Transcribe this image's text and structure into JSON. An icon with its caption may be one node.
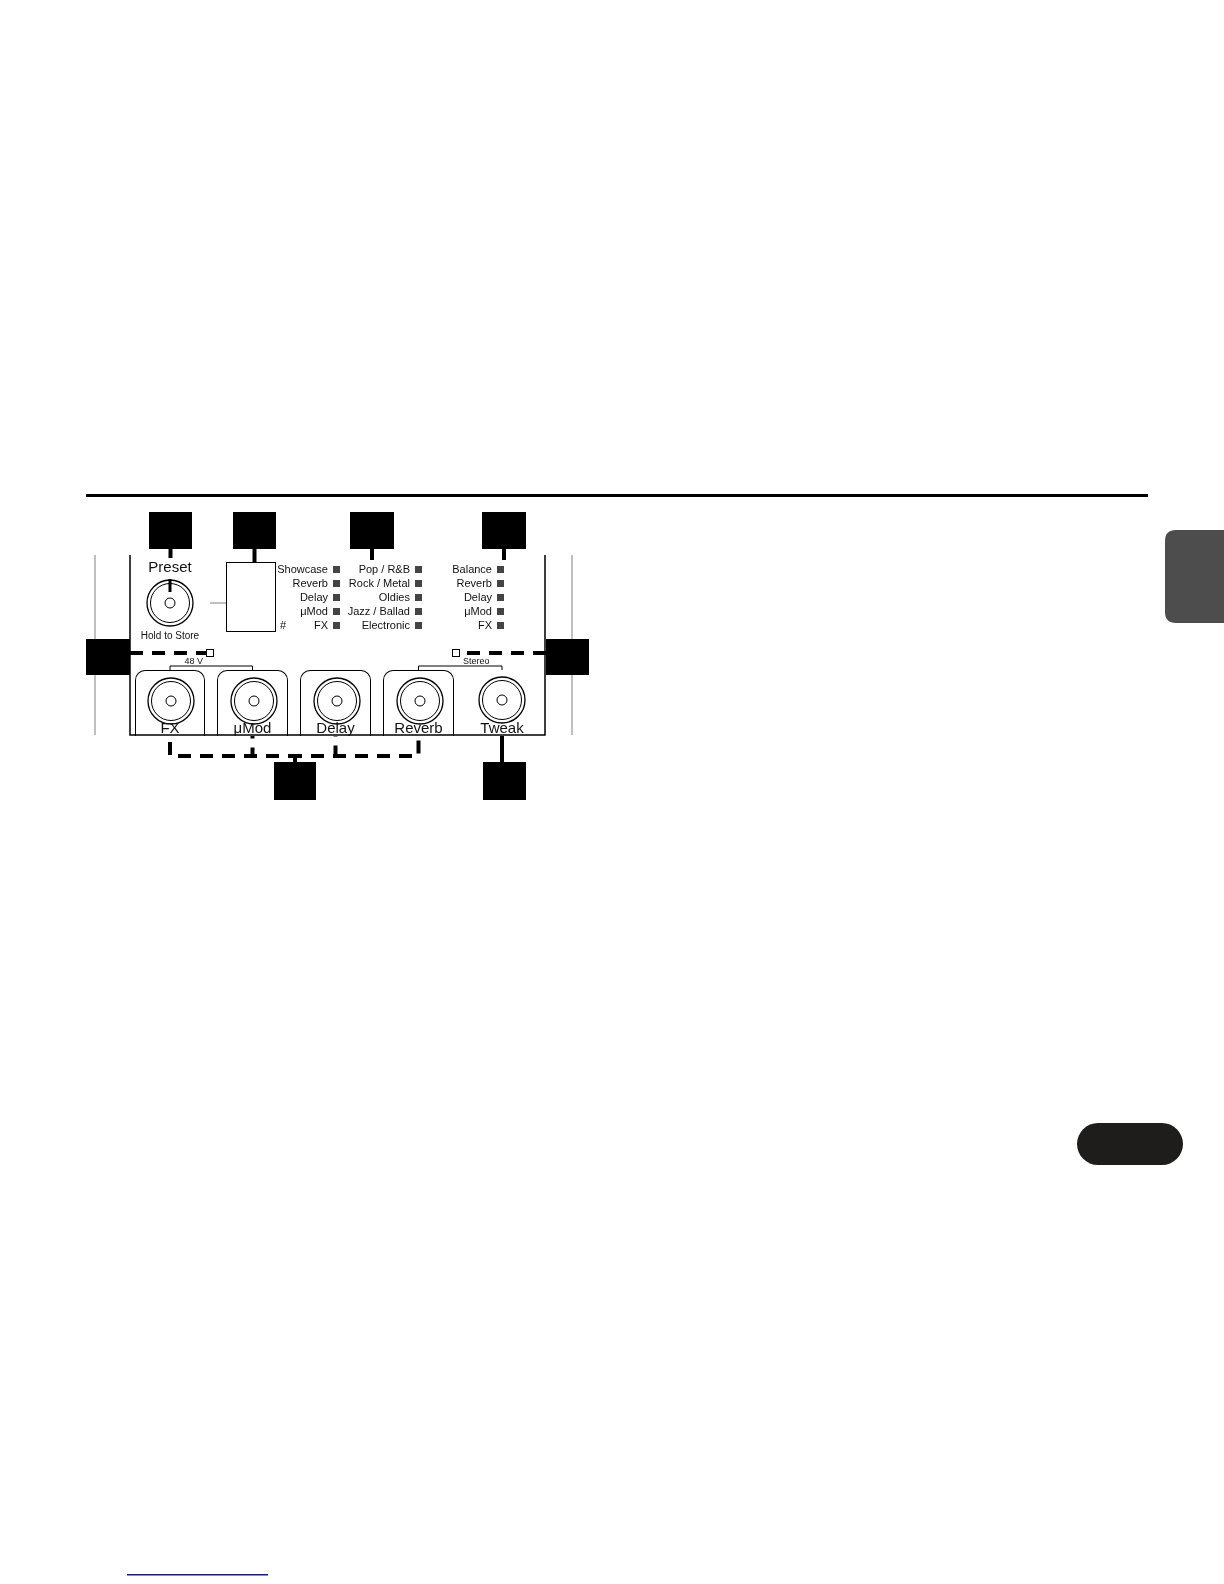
{
  "diagram": {
    "nodes": [
      {
        "text": [],
        "shape": "box"
      },
      {
        "text": [],
        "shape": "box"
      },
      {
        "text": [],
        "shape": "box"
      },
      {
        "text": [],
        "shape": "box"
      },
      {
        "text": [
          "Preset",
          "Hold to Store"
        ]
      },
      {
        "text": [],
        "shape": "box",
        "beside": [
          "#"
        ]
      },
      {
        "text": [
          "Pop / R&B",
          "Rock / Metal",
          "Oldies",
          "Jazz / Ballad",
          "Electronic"
        ]
      },
      {
        "text": [
          "Balance",
          "Reverb",
          "Delay",
          "μMod",
          "FX"
        ]
      },
      {
        "text": [],
        "shape": "box"
      },
      {
        "text": [],
        "shape": "box",
        "beside": [
          "48 V"
        ]
      },
      {
        "text": [],
        "shape": "box",
        "beside": [
          "Stereo"
        ]
      },
      {
        "text": [],
        "shape": "box"
      },
      {
        "text": [
          "FX"
        ]
      },
      {
        "text": [
          "μMod"
        ]
      },
      {
        "text": [
          "Delay"
        ]
      },
      {
        "text": [
          "Reverb"
        ]
      },
      {
        "text": [
          "Tweak"
        ]
      },
      {
        "text": [],
        "shape": "box"
      },
      {
        "text": [],
        "shape": "box"
      }
    ],
    "edges": [
      {
        "from": 0,
        "to": 4,
        "arrow": "none"
      },
      {
        "from": 1,
        "to": 5,
        "arrow": "none"
      },
      {
        "from": 2,
        "to": 6,
        "arrow": "none"
      },
      {
        "from": 3,
        "to": 7,
        "arrow": "none"
      },
      {
        "from": 4,
        "to": 5,
        "arrow": "none",
        "color": "#808080"
      },
      {
        "from": 8,
        "to": 9,
        "arrow": "none",
        "style": "dashed"
      },
      {
        "from": 11,
        "to": 10,
        "arrow": "none",
        "style": "dashed"
      },
      {
        "from": 17,
        "to": 12,
        "arrow": "none",
        "style": "dashed"
      },
      {
        "from": 17,
        "to": 13,
        "arrow": "none",
        "style": "dashed"
      },
      {
        "from": 17,
        "to": 14,
        "arrow": "none",
        "style": "dashed"
      },
      {
        "from": 17,
        "to": 15,
        "arrow": "none",
        "style": "dashed"
      },
      {
        "from": 18,
        "to": 16,
        "arrow": "none"
      },
      {
        "from": 12,
        "to": 13,
        "arrow": "none"
      },
      {
        "from": 15,
        "to": 16,
        "arrow": "none"
      }
    ],
    "labels": [
      "Showcase",
      "Reverb",
      "Delay",
      "μMod",
      "FX"
    ]
  }
}
